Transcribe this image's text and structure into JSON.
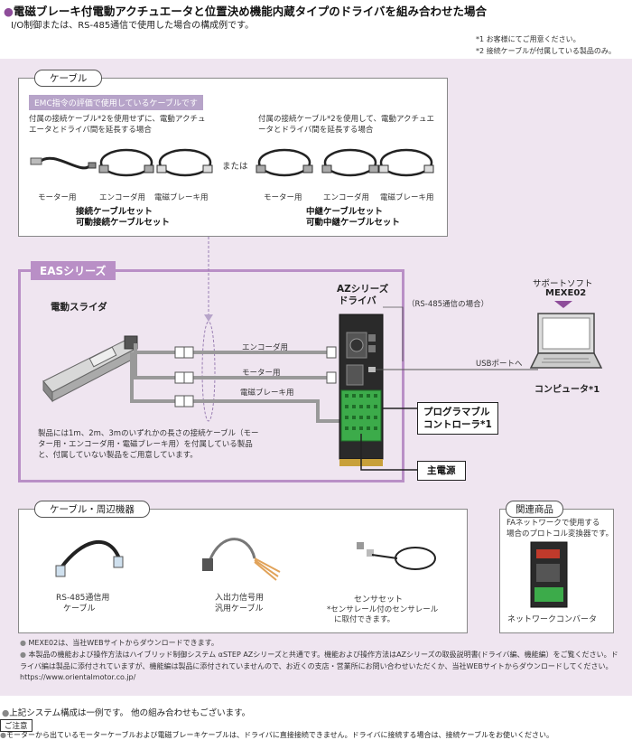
{
  "header": {
    "title": "電磁ブレーキ付電動アクチュエータと位置決め機能内蔵タイプのドライバを組み合わせた場合",
    "subtitle": "I/O制御または、RS-485通信で使用した場合の構成例です。",
    "note1": "*1 お客様にてご用意ください。",
    "note2": "*2 接続ケーブルが付属している製品のみ。"
  },
  "cable_panel": {
    "tab": "ケーブル",
    "emc_badge": "EMC指令の評価で使用しているケーブルです",
    "left_desc": "付属の接続ケーブル*2を使用せずに、電動アクチュエータとドライバ間を延長する場合",
    "right_desc": "付属の接続ケーブル*2を使用して、電動アクチュエータとドライバ間を延長する場合",
    "or_label": "または",
    "left_items": [
      "モーター用",
      "エンコーダ用",
      "電磁ブレーキ用"
    ],
    "right_items": [
      "モーター用",
      "エンコーダ用",
      "電磁ブレーキ用"
    ],
    "left_set_1": "接続ケーブルセット",
    "left_set_2": "可動接続ケーブルセット",
    "right_set_1": "中継ケーブルセット",
    "right_set_2": "可動中継ケーブルセット"
  },
  "eas": {
    "tab": "EASシリーズ",
    "slider_label": "電動スライダ",
    "driver_label_1": "AZシリーズ",
    "driver_label_2": "ドライバ",
    "rs485_note": "（RS-485通信の場合）",
    "encoder_line": "エンコーダ用",
    "motor_line": "モーター用",
    "brake_line": "電磁ブレーキ用",
    "note": "製品には1m、2m、3mのいずれかの長さの接続ケーブル（モーター用・エンコーダ用・電磁ブレーキ用）を付属している製品と、付属していない製品をご用意しています。"
  },
  "pc": {
    "software_label": "サポートソフト",
    "software_name": "MEXE02",
    "usb_label": "USBポートへ",
    "computer_label": "コンピュータ*1"
  },
  "controller": {
    "line1": "プログラマブル",
    "line2": "コントローラ*1"
  },
  "power": {
    "label": "主電源"
  },
  "peripherals": {
    "tab": "ケーブル・周辺機器",
    "rs485_cable_1": "RS-485通信用",
    "rs485_cable_2": "ケーブル",
    "io_cable_1": "入出力信号用",
    "io_cable_2": "汎用ケーブル",
    "sensor_1": "センサセット",
    "sensor_2": "*センサレール付のセンサレール",
    "sensor_3": "に取付できます。"
  },
  "related": {
    "tab": "関連商品",
    "desc_1": "FAネットワークで使用する",
    "desc_2": "場合のプロトコル変換器です。",
    "name": "ネットワークコンバータ"
  },
  "footnotes": {
    "f1": "MEXE02は、当社WEBサイトからダウンロードできます。",
    "f2": "本製品の機能および操作方法はハイブリッド制御システム αSTEP AZシリーズと共通です。機能および操作方法はAZシリーズの取扱説明書(ドライバ編、機能編）をご覧ください。ドライバ編は製品に添付されていますが、機能編は製品に添付されていませんので、お近くの支店・営業所にお問い合わせいただくか、当社WEBサイトからダウンロードしてください。https://www.orientalmotor.co.jp/"
  },
  "bottom": {
    "note": "上記システム構成は一例です。 他の組み合わせもございます。",
    "caution_tag": "ご注意",
    "caution": "モーターから出ているモーターケーブルおよび電磁ブレーキケーブルは、ドライバに直接接続できません。ドライバに接続する場合は、接続ケーブルをお使いください。"
  },
  "colors": {
    "accent": "#8e4d9a",
    "panel_bg": "#efe5f0",
    "eas_frame": "#b98fc6",
    "terminal_green": "#3cab4a"
  }
}
